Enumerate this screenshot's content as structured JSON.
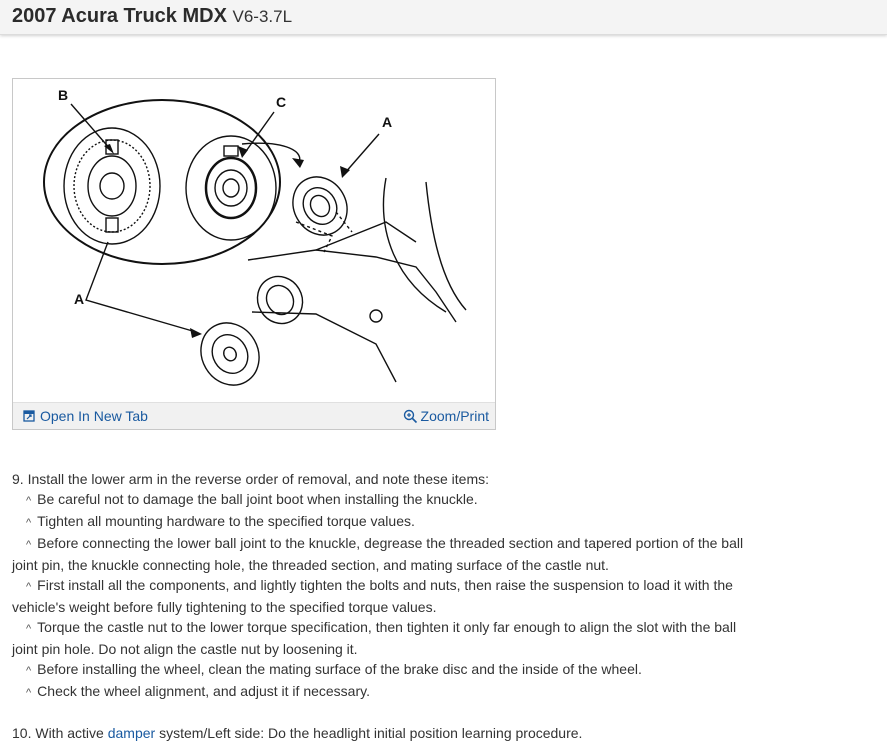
{
  "header": {
    "title": "2007 Acura Truck MDX",
    "engine": "V6-3.7L"
  },
  "figure": {
    "callouts": [
      "B",
      "C",
      "A",
      "A"
    ],
    "open_new_tab_label": "Open In New Tab",
    "zoom_print_label": "Zoom/Print"
  },
  "step9": {
    "number": "9.",
    "text": "Install the lower arm in the reverse order of removal, and note these items:",
    "items": [
      "Be careful not to damage the ball joint boot when installing the knuckle.",
      "Tighten all mounting hardware to the specified torque values.",
      "Before connecting the lower ball joint to the knuckle, degrease the threaded section and tapered portion of the ball",
      "joint pin, the knuckle connecting hole, the threaded section, and mating surface of the castle nut.",
      "First install all the components, and lightly tighten the bolts and nuts, then raise the suspension to load it with the",
      "vehicle's weight before fully tightening to the specified torque values.",
      "Torque the castle nut to the lower torque specification, then tighten it only far enough to align the slot with the ball",
      "joint pin hole. Do not align the castle nut by loosening it.",
      "Before installing the wheel, clean the mating surface of the brake disc and the inside of the wheel.",
      "Check the wheel alignment, and adjust it if necessary."
    ]
  },
  "step10": {
    "number": "10.",
    "prefix": "With active",
    "link": "damper",
    "suffix": "system/Left side: Do the headlight initial position learning procedure."
  }
}
